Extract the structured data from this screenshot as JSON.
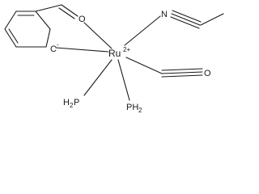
{
  "structure": {
    "labels": {
      "oxygen_aldehyde": "O",
      "nitrogen": "N",
      "carbanion": "C",
      "carbanion_charge": "-",
      "ruthenium": "Ru",
      "ruthenium_charge": "2+",
      "oxygen_carbonyl": "O",
      "phosphine_left_h": "H",
      "phosphine_left_p": "P",
      "phosphine_right_p": "PH",
      "phosphine_right_sub": "2"
    }
  }
}
